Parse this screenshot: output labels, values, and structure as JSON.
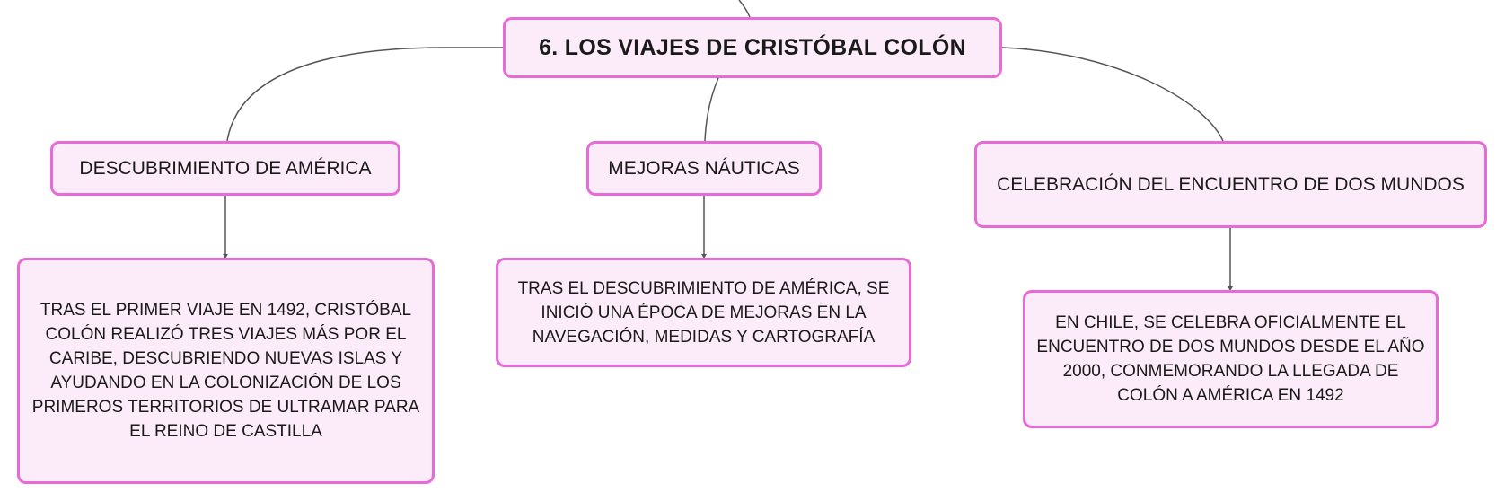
{
  "root": {
    "label": "6. LOS VIAJES DE CRISTÓBAL COLÓN"
  },
  "topics": [
    {
      "label": "DESCUBRIMIENTO DE AMÉRICA",
      "detail": "TRAS EL PRIMER VIAJE EN 1492, CRISTÓBAL COLÓN REALIZÓ TRES VIAJES MÁS POR EL CARIBE, DESCUBRIENDO NUEVAS ISLAS Y AYUDANDO EN LA COLONIZACIÓN DE LOS PRIMEROS TERRITORIOS DE ULTRAMAR PARA EL REINO DE CASTILLA"
    },
    {
      "label": "MEJORAS NÁUTICAS",
      "detail": "TRAS EL DESCUBRIMIENTO DE AMÉRICA, SE INICIÓ UNA ÉPOCA DE MEJORAS EN LA NAVEGACIÓN, MEDIDAS Y CARTOGRAFÍA"
    },
    {
      "label": "CELEBRACIÓN DEL ENCUENTRO DE DOS MUNDOS",
      "detail": "EN CHILE, SE CELEBRA OFICIALMENTE EL ENCUENTRO DE DOS MUNDOS DESDE EL AÑO 2000, CONMEMORANDO LA LLEGADA DE COLÓN A AMÉRICA EN 1492"
    }
  ],
  "colors": {
    "node_fill": "#fcebf8",
    "node_border": "#e86ad8",
    "connector": "#555555",
    "text": "#1a1a1a"
  }
}
